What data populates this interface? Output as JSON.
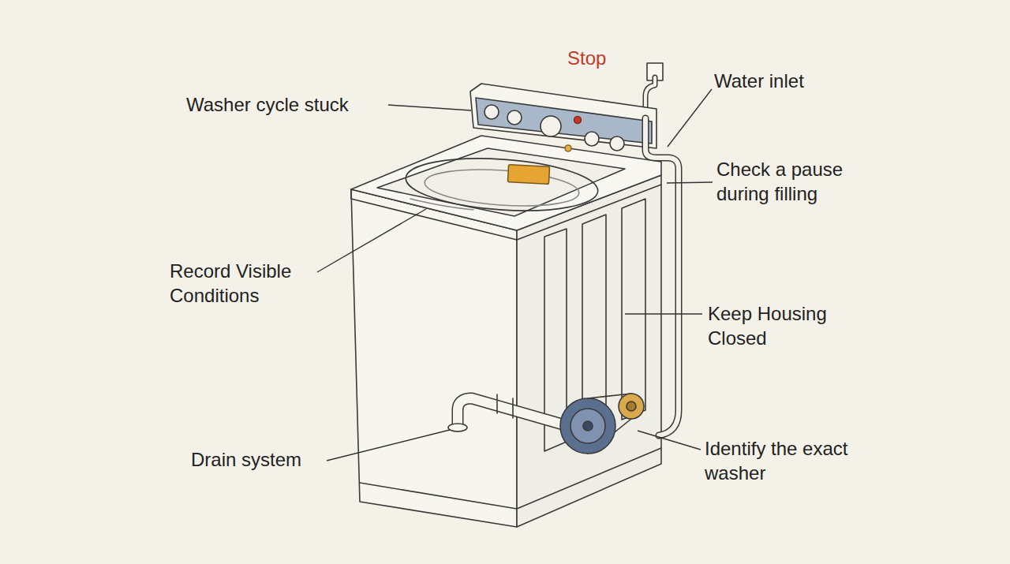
{
  "diagram": {
    "labels": [
      "Stop",
      "Washer cycle stuck",
      "Water inlet",
      "Check a pause during filling",
      "Record Visible Conditions",
      "Keep Housing Closed",
      "Drain system",
      "Identify the exact washer"
    ]
  }
}
